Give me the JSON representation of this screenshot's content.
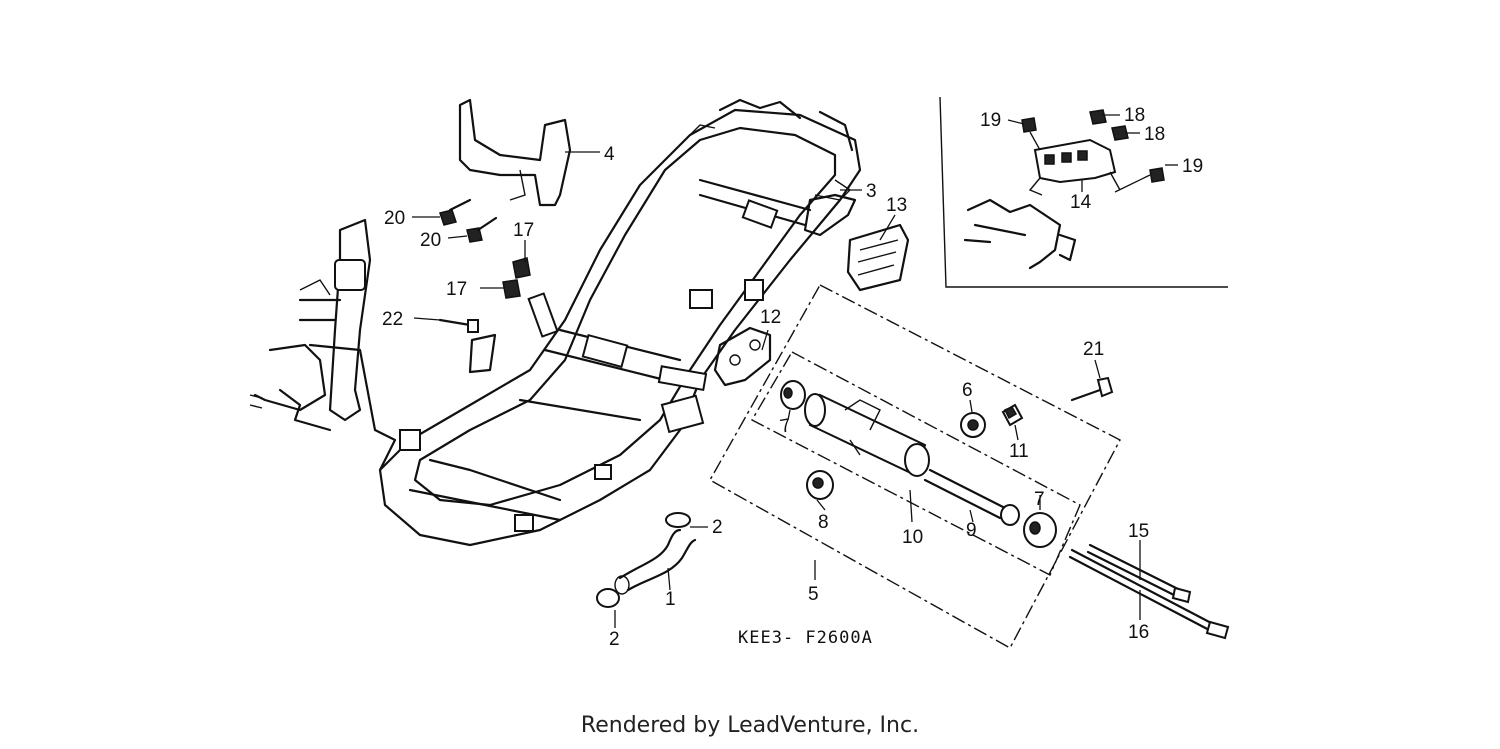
{
  "diagram_code": "KEE3- F2600A",
  "footer": "Rendered by LeadVenture, Inc.",
  "callouts": {
    "c1": "1",
    "c2a": "2",
    "c2b": "2",
    "c3": "3",
    "c4": "4",
    "c5": "5",
    "c6": "6",
    "c7a": "7",
    "c7b": "7",
    "c8": "8",
    "c9": "9",
    "c10": "10",
    "c11": "11",
    "c12": "12",
    "c13": "13",
    "c14": "14",
    "c15": "15",
    "c16": "16",
    "c17a": "17",
    "c17b": "17",
    "c18a": "18",
    "c18b": "18",
    "c19a": "19",
    "c19b": "19",
    "c20a": "20",
    "c20b": "20",
    "c21": "21",
    "c22": "22"
  }
}
